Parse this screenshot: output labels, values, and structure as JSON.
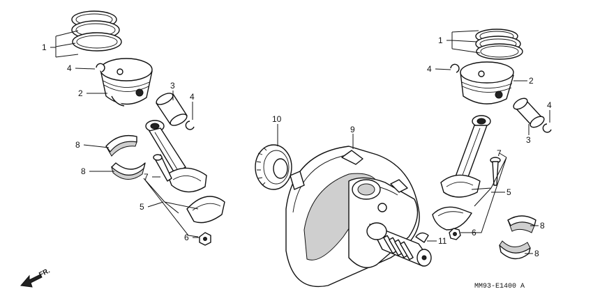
{
  "labels": {
    "l1_left": "1",
    "l2_left": "2",
    "l3_left": "3",
    "l4_left_a": "4",
    "l4_left_b": "4",
    "l5_left": "5",
    "l6_left": "6",
    "l7_left": "7",
    "l8_left_a": "8",
    "l8_left_b": "8",
    "l9": "9",
    "l10": "10",
    "l11": "11",
    "l1_right": "1",
    "l2_right": "2",
    "l3_right": "3",
    "l4_right_a": "4",
    "l4_right_b": "4",
    "l5_right": "5",
    "l6_right": "6",
    "l7_right": "7",
    "l8_right_a": "8",
    "l8_right_b": "8"
  },
  "direction_label": "FR.",
  "diagram_code": "MM93-E1400 A"
}
